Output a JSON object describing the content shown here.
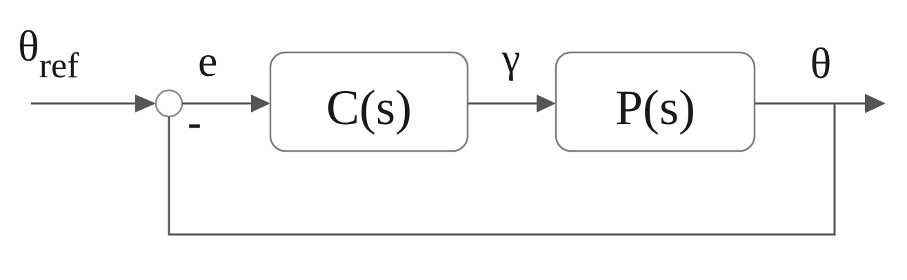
{
  "diagram": {
    "input": {
      "symbol": "θ",
      "subscript": "ref"
    },
    "error": "e",
    "feedback_sign": "-",
    "controller": "C(s)",
    "control_signal": "γ",
    "plant": "P(s)",
    "output": "θ"
  },
  "colors": {
    "line": "#555555",
    "block_border": "#7a7a7a",
    "text": "#1a1a1a"
  }
}
